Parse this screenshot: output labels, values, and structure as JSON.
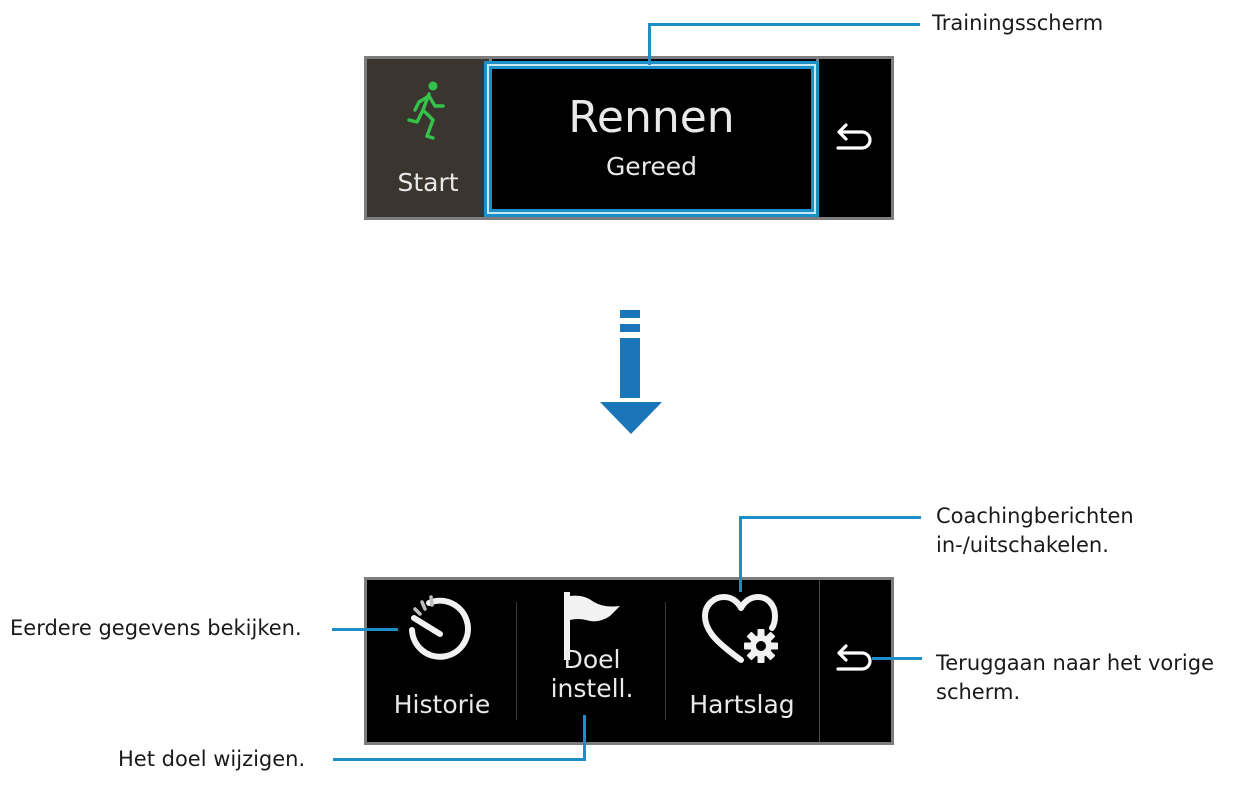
{
  "top_screen": {
    "start_label": "Start",
    "title": "Rennen",
    "subtitle": "Gereed",
    "callout": "Trainingsscherm"
  },
  "bottom_screen": {
    "items": [
      {
        "label": "Historie"
      },
      {
        "label": "Doel instell."
      },
      {
        "label": "Hartslag"
      }
    ]
  },
  "callouts": {
    "history": "Eerdere gegevens bekijken.",
    "goal": "Het doel wijzigen.",
    "coaching_line1": "Coachingberichten",
    "coaching_line2": "in-/uitschakelen.",
    "back_line1": "Teruggaan naar het vorige",
    "back_line2": "scherm."
  },
  "colors": {
    "accent": "#1c8fc6",
    "run_icon": "#35c24a",
    "screen_bg": "#000000",
    "start_bg": "#3a362f",
    "arrow": "#1a76b8"
  },
  "icons": [
    "running-icon",
    "back-arrow-icon",
    "history-timer-icon",
    "flag-icon",
    "heart-settings-icon",
    "down-arrow-icon"
  ]
}
